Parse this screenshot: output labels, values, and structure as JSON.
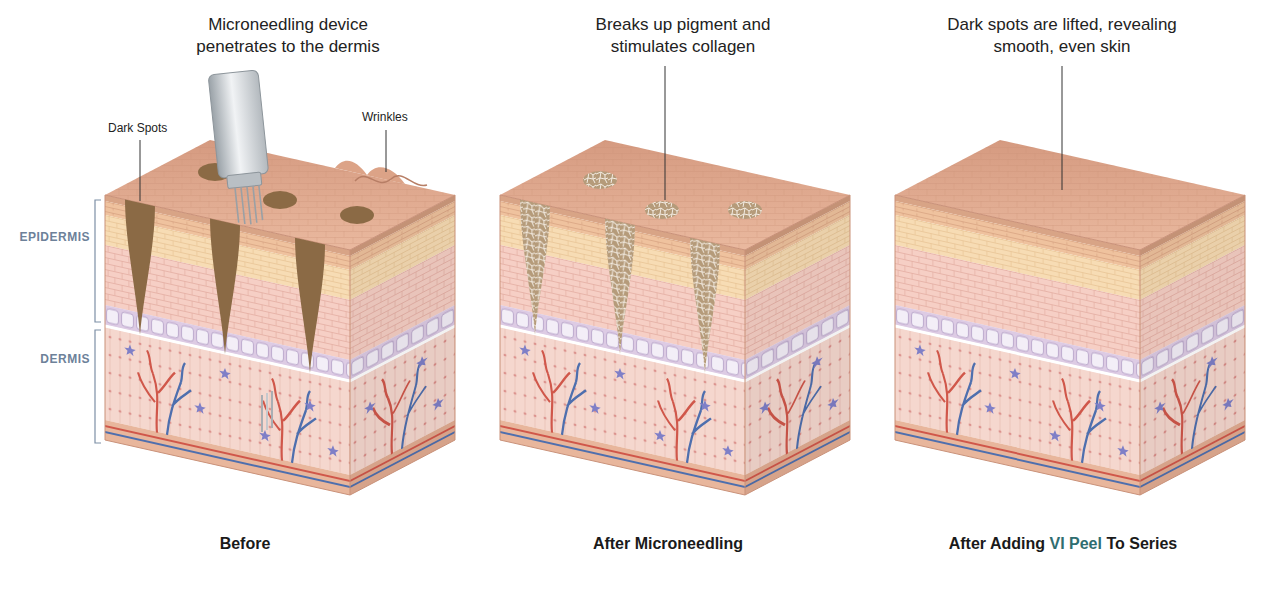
{
  "diagram": {
    "labels": [
      "Microneedling device penetrates to the dermis",
      "Dark Spots",
      "Wrinkles",
      "EPIDERMIS",
      "DERMIS",
      "Before",
      "Breaks up pigment and stimulates collagen",
      "After Microneedling",
      "Dark spots are lifted, revealing smooth, even skin",
      "After Adding",
      "VI Peel",
      "To Series"
    ]
  }
}
